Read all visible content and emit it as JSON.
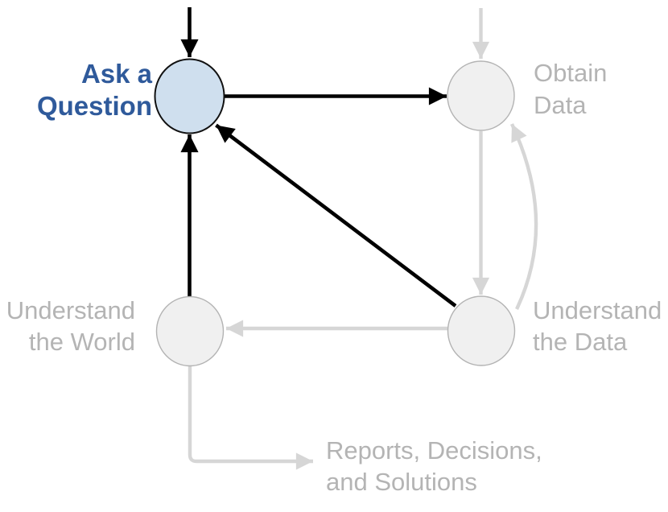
{
  "diagram": {
    "name": "data-science-lifecycle",
    "background": "#ffffff",
    "nodes": [
      {
        "id": "ask-a-question",
        "state": "active",
        "lines": {
          "l1": "Ask a",
          "l2": "Question"
        }
      },
      {
        "id": "obtain-data",
        "state": "inactive",
        "lines": {
          "l1": "Obtain",
          "l2": "Data"
        }
      },
      {
        "id": "understand-the-data",
        "state": "inactive",
        "lines": {
          "l1": "Understand",
          "l2": "the Data"
        }
      },
      {
        "id": "understand-the-world",
        "state": "inactive",
        "lines": {
          "l1": "Understand",
          "l2": "the World"
        }
      },
      {
        "id": "reports-decisions-solutions",
        "state": "inactive",
        "lines": {
          "l1": "Reports, Decisions,",
          "l2": "and Solutions"
        }
      }
    ],
    "edges": [
      {
        "from": "entry-top",
        "to": "ask-a-question",
        "state": "active",
        "shape": "straight"
      },
      {
        "from": "ask-a-question",
        "to": "obtain-data",
        "state": "active",
        "shape": "straight"
      },
      {
        "from": "understand-the-world",
        "to": "ask-a-question",
        "state": "active",
        "shape": "straight"
      },
      {
        "from": "understand-the-data",
        "to": "ask-a-question",
        "state": "active",
        "shape": "straight"
      },
      {
        "from": "entry-top",
        "to": "obtain-data",
        "state": "inactive",
        "shape": "straight"
      },
      {
        "from": "obtain-data",
        "to": "understand-the-data",
        "state": "inactive",
        "shape": "straight"
      },
      {
        "from": "understand-the-data",
        "to": "obtain-data",
        "state": "inactive",
        "shape": "curved"
      },
      {
        "from": "understand-the-data",
        "to": "understand-the-world",
        "state": "inactive",
        "shape": "straight"
      },
      {
        "from": "understand-the-world",
        "to": "reports-decisions-solutions",
        "state": "inactive",
        "shape": "elbow"
      }
    ],
    "colors": {
      "active_text": "#2f5a9b",
      "active_node_fill": "#cfdfee",
      "active_node_outline": "#111111",
      "active_arrow": "#000000",
      "inactive_node_fill": "#f0f0f0",
      "inactive_node_outline": "#b3b3b3",
      "inactive_arrow": "#d6d6d6",
      "inactive_text": "#b4b4b4",
      "background": "#ffffff"
    }
  }
}
